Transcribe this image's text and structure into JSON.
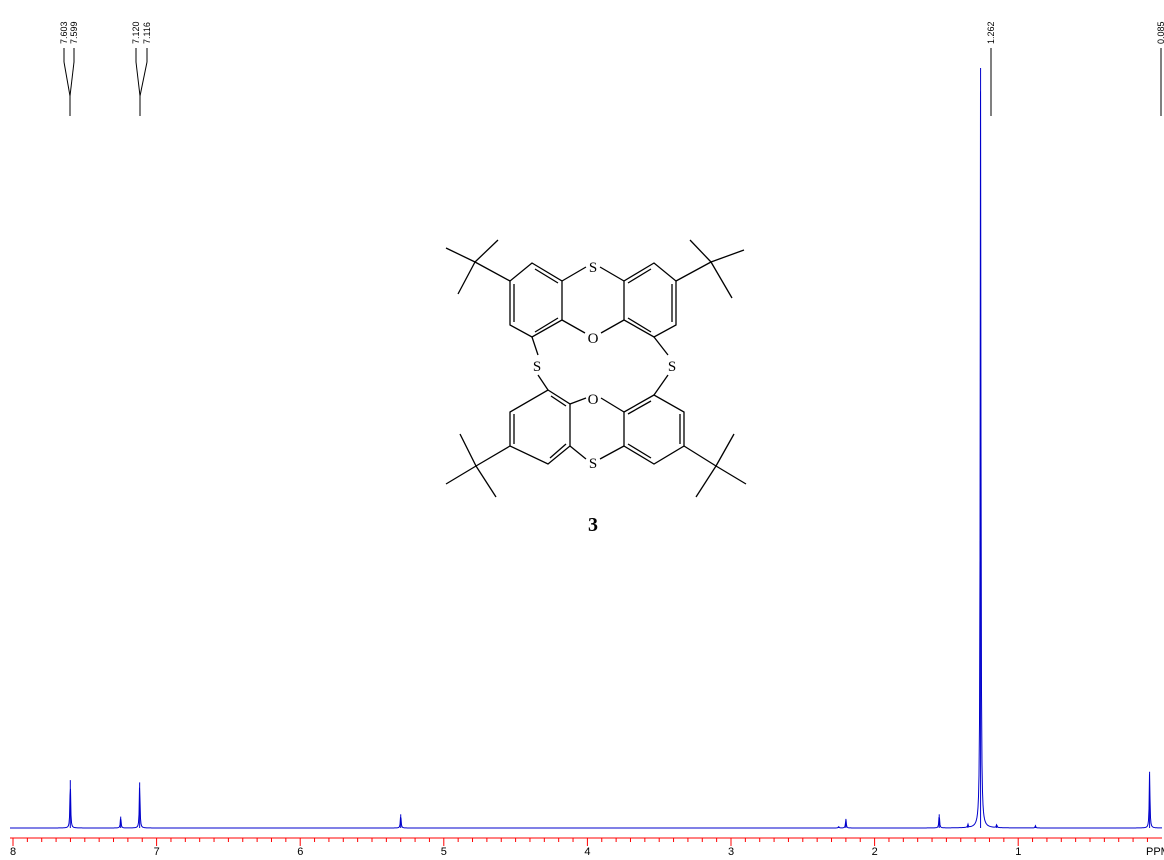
{
  "chart_data": {
    "type": "line",
    "title": "",
    "xlabel": "PPM",
    "ylabel": "",
    "x_reversed": true,
    "xlim": [
      8.0,
      0.08
    ],
    "ylim": [
      0,
      100
    ],
    "grid": false,
    "x_ticks": [
      8,
      7,
      6,
      5,
      4,
      3,
      2,
      1
    ],
    "x_tick_labels": [
      "8",
      "7",
      "6",
      "5",
      "4",
      "3",
      "2",
      "1"
    ],
    "axis_unit_label": "PPM",
    "series": [
      {
        "color": "#0000cc",
        "peaks": [
          {
            "ppm": 7.601,
            "height": 6.3
          },
          {
            "ppm": 7.25,
            "height": 1.5
          },
          {
            "ppm": 7.118,
            "height": 6.0
          },
          {
            "ppm": 5.3,
            "height": 1.8
          },
          {
            "ppm": 2.25,
            "height": 0.2
          },
          {
            "ppm": 2.2,
            "height": 1.2
          },
          {
            "ppm": 1.55,
            "height": 1.8
          },
          {
            "ppm": 1.35,
            "height": 0.4
          },
          {
            "ppm": 1.262,
            "height": 100
          },
          {
            "ppm": 1.15,
            "height": 0.4
          },
          {
            "ppm": 0.88,
            "height": 0.3
          },
          {
            "ppm": 0.085,
            "height": 7.4
          }
        ]
      }
    ],
    "peak_labels": [
      {
        "text": "7.603",
        "ppm": 7.603
      },
      {
        "text": "7.599",
        "ppm": 7.599
      },
      {
        "text": "7.120",
        "ppm": 7.12
      },
      {
        "text": "7.116",
        "ppm": 7.116
      },
      {
        "text": "1.262",
        "ppm": 1.262
      },
      {
        "text": "0.085",
        "ppm": 0.085
      }
    ],
    "axis_color": "#ff0000",
    "compound": {
      "label": "3",
      "atoms": [
        "S",
        "O",
        "S",
        "S",
        "O",
        "S"
      ]
    }
  }
}
